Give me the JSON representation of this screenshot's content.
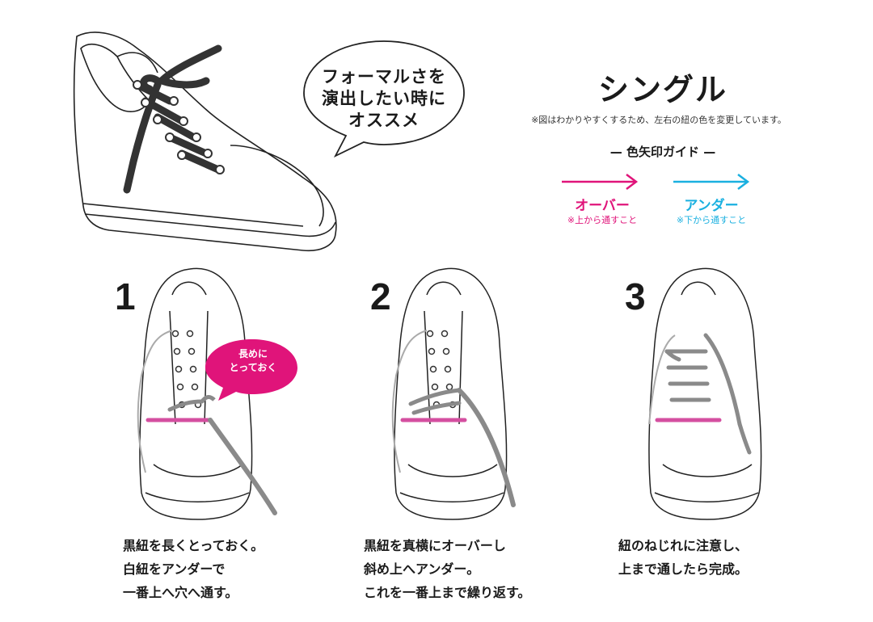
{
  "bubble": {
    "lines": [
      "フォーマルさを",
      "演出したい時に",
      "オススメ"
    ]
  },
  "title": "シングル",
  "note": "※図はわかりやすくするため、左右の紐の色を変更しています。",
  "guide": {
    "heading": "— 色矢印ガイド —",
    "over": {
      "label": "オーバー",
      "sub": "※上から通すこと",
      "color": "#e0147a"
    },
    "under": {
      "label": "アンダー",
      "sub": "※下から通すこと",
      "color": "#1ab0e0"
    }
  },
  "steps": [
    {
      "number": "1",
      "lines": [
        "黒紐を長くとっておく。",
        "白紐をアンダーで",
        "一番上へ穴へ通す。"
      ]
    },
    {
      "number": "2",
      "lines": [
        "黒紐を真横にオーバーし",
        "斜め上へアンダー。",
        "これを一番上まで繰り返す。"
      ]
    },
    {
      "number": "3",
      "lines": [
        "紐のねじれに注意し、",
        "上まで通したら完成。"
      ]
    }
  ],
  "callout": {
    "lines": [
      "長めに",
      "とっておく"
    ],
    "color": "#e0147a"
  },
  "colors": {
    "pink_lace": "#d44fa0",
    "gray_lace": "#8a8a8a",
    "black_lace": "#333333"
  }
}
